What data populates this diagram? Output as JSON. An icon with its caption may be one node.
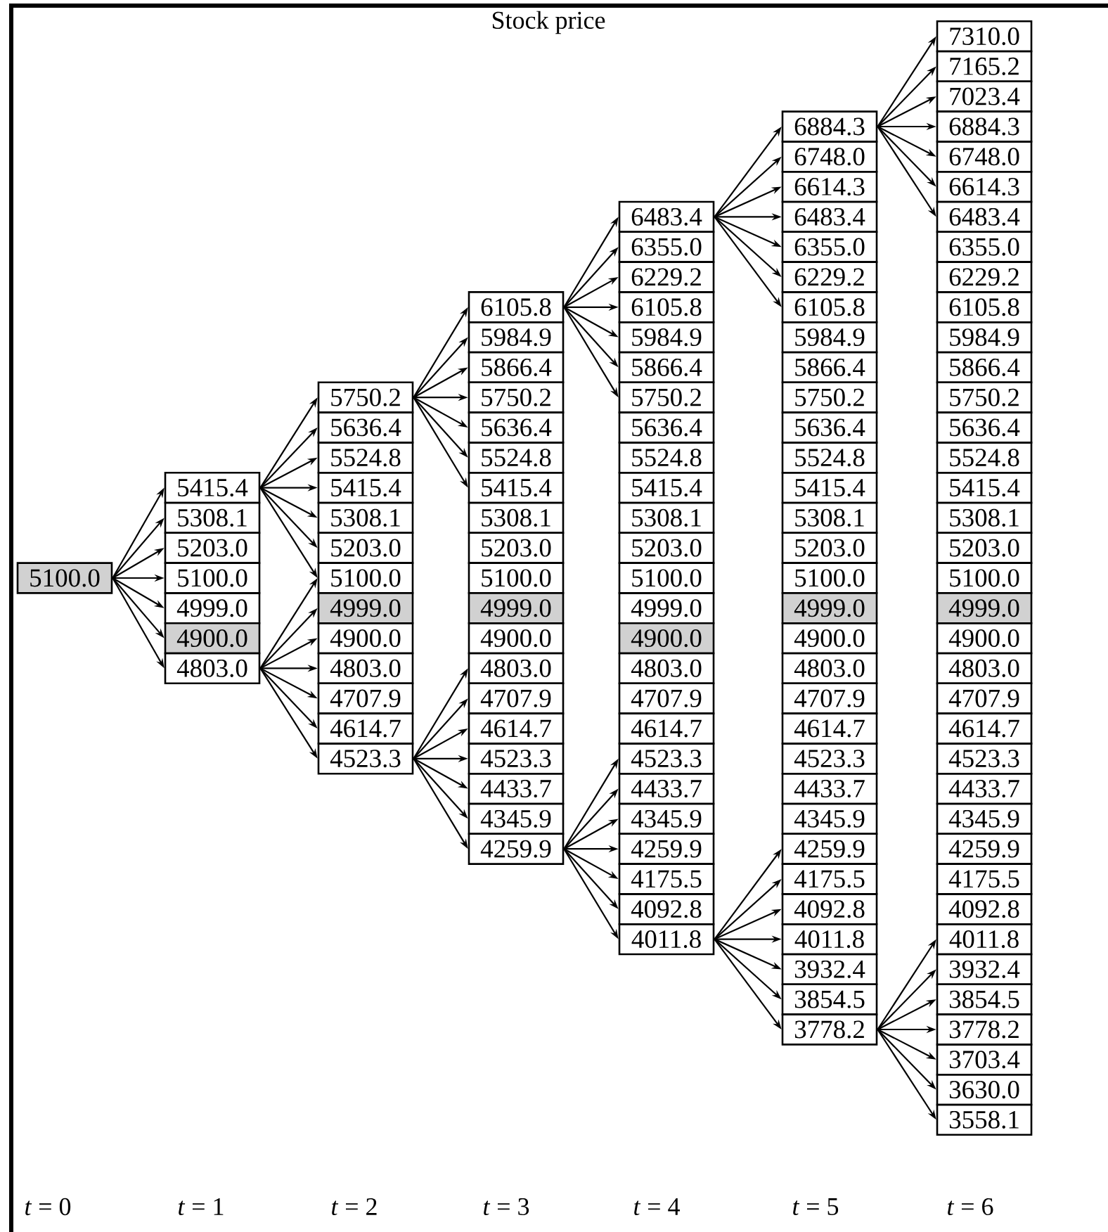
{
  "diagram": {
    "title": "Stock price",
    "nodes": [
      {
        "text": [
          "5100.0"
        ]
      },
      {
        "text": [
          "5415.4"
        ]
      },
      {
        "text": [
          "5308.1"
        ]
      },
      {
        "text": [
          "5203.0"
        ]
      },
      {
        "text": [
          "5100.0"
        ]
      },
      {
        "text": [
          "4999.0"
        ]
      },
      {
        "text": [
          "4900.0"
        ]
      },
      {
        "text": [
          "4803.0"
        ]
      },
      {
        "text": [
          "5750.2"
        ]
      },
      {
        "text": [
          "5636.4"
        ]
      },
      {
        "text": [
          "5524.8"
        ]
      },
      {
        "text": [
          "5415.4"
        ]
      },
      {
        "text": [
          "5308.1"
        ]
      },
      {
        "text": [
          "5203.0"
        ]
      },
      {
        "text": [
          "5100.0"
        ]
      },
      {
        "text": [
          "4999.0"
        ]
      },
      {
        "text": [
          "4900.0"
        ]
      },
      {
        "text": [
          "4803.0"
        ]
      },
      {
        "text": [
          "4707.9"
        ]
      },
      {
        "text": [
          "4614.7"
        ]
      },
      {
        "text": [
          "4523.3"
        ]
      },
      {
        "text": [
          "6105.8"
        ]
      },
      {
        "text": [
          "5984.9"
        ]
      },
      {
        "text": [
          "5866.4"
        ]
      },
      {
        "text": [
          "5750.2"
        ]
      },
      {
        "text": [
          "5636.4"
        ]
      },
      {
        "text": [
          "5524.8"
        ]
      },
      {
        "text": [
          "5415.4"
        ]
      },
      {
        "text": [
          "5308.1"
        ]
      },
      {
        "text": [
          "5203.0"
        ]
      },
      {
        "text": [
          "5100.0"
        ]
      },
      {
        "text": [
          "4999.0"
        ]
      },
      {
        "text": [
          "4900.0"
        ]
      },
      {
        "text": [
          "4803.0"
        ]
      },
      {
        "text": [
          "4707.9"
        ]
      },
      {
        "text": [
          "4614.7"
        ]
      },
      {
        "text": [
          "4523.3"
        ]
      },
      {
        "text": [
          "4433.7"
        ]
      },
      {
        "text": [
          "4345.9"
        ]
      },
      {
        "text": [
          "4259.9"
        ]
      },
      {
        "text": [
          "6483.4"
        ]
      },
      {
        "text": [
          "6355.0"
        ]
      },
      {
        "text": [
          "6229.2"
        ]
      },
      {
        "text": [
          "6105.8"
        ]
      },
      {
        "text": [
          "5984.9"
        ]
      },
      {
        "text": [
          "5866.4"
        ]
      },
      {
        "text": [
          "5750.2"
        ]
      },
      {
        "text": [
          "5636.4"
        ]
      },
      {
        "text": [
          "5524.8"
        ]
      },
      {
        "text": [
          "5415.4"
        ]
      },
      {
        "text": [
          "5308.1"
        ]
      },
      {
        "text": [
          "5203.0"
        ]
      },
      {
        "text": [
          "5100.0"
        ]
      },
      {
        "text": [
          "4999.0"
        ]
      },
      {
        "text": [
          "4900.0"
        ]
      },
      {
        "text": [
          "4803.0"
        ]
      },
      {
        "text": [
          "4707.9"
        ]
      },
      {
        "text": [
          "4614.7"
        ]
      },
      {
        "text": [
          "4523.3"
        ]
      },
      {
        "text": [
          "4433.7"
        ]
      },
      {
        "text": [
          "4345.9"
        ]
      },
      {
        "text": [
          "4259.9"
        ]
      },
      {
        "text": [
          "4175.5"
        ]
      },
      {
        "text": [
          "4092.8"
        ]
      },
      {
        "text": [
          "4011.8"
        ]
      },
      {
        "text": [
          "6884.3"
        ]
      },
      {
        "text": [
          "6748.0"
        ]
      },
      {
        "text": [
          "6614.3"
        ]
      },
      {
        "text": [
          "6483.4"
        ]
      },
      {
        "text": [
          "6355.0"
        ]
      },
      {
        "text": [
          "6229.2"
        ]
      },
      {
        "text": [
          "6105.8"
        ]
      },
      {
        "text": [
          "5984.9"
        ]
      },
      {
        "text": [
          "5866.4"
        ]
      },
      {
        "text": [
          "5750.2"
        ]
      },
      {
        "text": [
          "5636.4"
        ]
      },
      {
        "text": [
          "5524.8"
        ]
      },
      {
        "text": [
          "5415.4"
        ]
      },
      {
        "text": [
          "5308.1"
        ]
      },
      {
        "text": [
          "5203.0"
        ]
      },
      {
        "text": [
          "5100.0"
        ]
      },
      {
        "text": [
          "4999.0"
        ]
      },
      {
        "text": [
          "4900.0"
        ]
      },
      {
        "text": [
          "4803.0"
        ]
      },
      {
        "text": [
          "4707.9"
        ]
      },
      {
        "text": [
          "4614.7"
        ]
      },
      {
        "text": [
          "4523.3"
        ]
      },
      {
        "text": [
          "4433.7"
        ]
      },
      {
        "text": [
          "4345.9"
        ]
      },
      {
        "text": [
          "4259.9"
        ]
      },
      {
        "text": [
          "4175.5"
        ]
      },
      {
        "text": [
          "4092.8"
        ]
      },
      {
        "text": [
          "4011.8"
        ]
      },
      {
        "text": [
          "3932.4"
        ]
      },
      {
        "text": [
          "3854.5"
        ]
      },
      {
        "text": [
          "3778.2"
        ]
      },
      {
        "text": [
          "7310.0"
        ]
      },
      {
        "text": [
          "7165.2"
        ]
      },
      {
        "text": [
          "7023.4"
        ]
      },
      {
        "text": [
          "6884.3"
        ]
      },
      {
        "text": [
          "6748.0"
        ]
      },
      {
        "text": [
          "6614.3"
        ]
      },
      {
        "text": [
          "6483.4"
        ]
      },
      {
        "text": [
          "6355.0"
        ]
      },
      {
        "text": [
          "6229.2"
        ]
      },
      {
        "text": [
          "6105.8"
        ]
      },
      {
        "text": [
          "5984.9"
        ]
      },
      {
        "text": [
          "5866.4"
        ]
      },
      {
        "text": [
          "5750.2"
        ]
      },
      {
        "text": [
          "5636.4"
        ]
      },
      {
        "text": [
          "5524.8"
        ]
      },
      {
        "text": [
          "5415.4"
        ]
      },
      {
        "text": [
          "5308.1"
        ]
      },
      {
        "text": [
          "5203.0"
        ]
      },
      {
        "text": [
          "5100.0"
        ]
      },
      {
        "text": [
          "4999.0"
        ]
      },
      {
        "text": [
          "4900.0"
        ]
      },
      {
        "text": [
          "4803.0"
        ]
      },
      {
        "text": [
          "4707.9"
        ]
      },
      {
        "text": [
          "4614.7"
        ]
      },
      {
        "text": [
          "4523.3"
        ]
      },
      {
        "text": [
          "4433.7"
        ]
      },
      {
        "text": [
          "4345.9"
        ]
      },
      {
        "text": [
          "4259.9"
        ]
      },
      {
        "text": [
          "4175.5"
        ]
      },
      {
        "text": [
          "4092.8"
        ]
      },
      {
        "text": [
          "4011.8"
        ]
      },
      {
        "text": [
          "3932.4"
        ]
      },
      {
        "text": [
          "3854.5"
        ]
      },
      {
        "text": [
          "3778.2"
        ]
      },
      {
        "text": [
          "3703.4"
        ]
      },
      {
        "text": [
          "3630.0"
        ]
      },
      {
        "text": [
          "3558.1"
        ]
      }
    ],
    "edges": [
      {
        "from": 0,
        "to": 1,
        "arrow": "to"
      },
      {
        "from": 0,
        "to": 2,
        "arrow": "to"
      },
      {
        "from": 0,
        "to": 3,
        "arrow": "to"
      },
      {
        "from": 0,
        "to": 4,
        "arrow": "to"
      },
      {
        "from": 0,
        "to": 5,
        "arrow": "to"
      },
      {
        "from": 0,
        "to": 6,
        "arrow": "to"
      },
      {
        "from": 0,
        "to": 7,
        "arrow": "to"
      },
      {
        "from": 1,
        "to": 8,
        "arrow": "to"
      },
      {
        "from": 1,
        "to": 9,
        "arrow": "to"
      },
      {
        "from": 1,
        "to": 10,
        "arrow": "to"
      },
      {
        "from": 1,
        "to": 11,
        "arrow": "to"
      },
      {
        "from": 1,
        "to": 12,
        "arrow": "to"
      },
      {
        "from": 1,
        "to": 13,
        "arrow": "to"
      },
      {
        "from": 1,
        "to": 14,
        "arrow": "to"
      },
      {
        "from": 7,
        "to": 14,
        "arrow": "to"
      },
      {
        "from": 7,
        "to": 15,
        "arrow": "to"
      },
      {
        "from": 7,
        "to": 16,
        "arrow": "to"
      },
      {
        "from": 7,
        "to": 17,
        "arrow": "to"
      },
      {
        "from": 7,
        "to": 18,
        "arrow": "to"
      },
      {
        "from": 7,
        "to": 19,
        "arrow": "to"
      },
      {
        "from": 7,
        "to": 20,
        "arrow": "to"
      },
      {
        "from": 8,
        "to": 21,
        "arrow": "to"
      },
      {
        "from": 8,
        "to": 22,
        "arrow": "to"
      },
      {
        "from": 8,
        "to": 23,
        "arrow": "to"
      },
      {
        "from": 8,
        "to": 24,
        "arrow": "to"
      },
      {
        "from": 8,
        "to": 25,
        "arrow": "to"
      },
      {
        "from": 8,
        "to": 26,
        "arrow": "to"
      },
      {
        "from": 8,
        "to": 27,
        "arrow": "to"
      },
      {
        "from": 20,
        "to": 33,
        "arrow": "to"
      },
      {
        "from": 20,
        "to": 34,
        "arrow": "to"
      },
      {
        "from": 20,
        "to": 35,
        "arrow": "to"
      },
      {
        "from": 20,
        "to": 36,
        "arrow": "to"
      },
      {
        "from": 20,
        "to": 37,
        "arrow": "to"
      },
      {
        "from": 20,
        "to": 38,
        "arrow": "to"
      },
      {
        "from": 20,
        "to": 39,
        "arrow": "to"
      },
      {
        "from": 21,
        "to": 40,
        "arrow": "to"
      },
      {
        "from": 21,
        "to": 41,
        "arrow": "to"
      },
      {
        "from": 21,
        "to": 42,
        "arrow": "to"
      },
      {
        "from": 21,
        "to": 43,
        "arrow": "to"
      },
      {
        "from": 21,
        "to": 44,
        "arrow": "to"
      },
      {
        "from": 21,
        "to": 45,
        "arrow": "to"
      },
      {
        "from": 21,
        "to": 46,
        "arrow": "to"
      },
      {
        "from": 39,
        "to": 58,
        "arrow": "to"
      },
      {
        "from": 39,
        "to": 59,
        "arrow": "to"
      },
      {
        "from": 39,
        "to": 60,
        "arrow": "to"
      },
      {
        "from": 39,
        "to": 61,
        "arrow": "to"
      },
      {
        "from": 39,
        "to": 62,
        "arrow": "to"
      },
      {
        "from": 39,
        "to": 63,
        "arrow": "to"
      },
      {
        "from": 39,
        "to": 64,
        "arrow": "to"
      },
      {
        "from": 40,
        "to": 65,
        "arrow": "to"
      },
      {
        "from": 40,
        "to": 66,
        "arrow": "to"
      },
      {
        "from": 40,
        "to": 67,
        "arrow": "to"
      },
      {
        "from": 40,
        "to": 68,
        "arrow": "to"
      },
      {
        "from": 40,
        "to": 69,
        "arrow": "to"
      },
      {
        "from": 40,
        "to": 70,
        "arrow": "to"
      },
      {
        "from": 40,
        "to": 71,
        "arrow": "to"
      },
      {
        "from": 64,
        "to": 89,
        "arrow": "to"
      },
      {
        "from": 64,
        "to": 90,
        "arrow": "to"
      },
      {
        "from": 64,
        "to": 91,
        "arrow": "to"
      },
      {
        "from": 64,
        "to": 92,
        "arrow": "to"
      },
      {
        "from": 64,
        "to": 93,
        "arrow": "to"
      },
      {
        "from": 64,
        "to": 94,
        "arrow": "to"
      },
      {
        "from": 64,
        "to": 95,
        "arrow": "to"
      },
      {
        "from": 65,
        "to": 96,
        "arrow": "to"
      },
      {
        "from": 65,
        "to": 97,
        "arrow": "to"
      },
      {
        "from": 65,
        "to": 98,
        "arrow": "to"
      },
      {
        "from": 65,
        "to": 99,
        "arrow": "to"
      },
      {
        "from": 65,
        "to": 100,
        "arrow": "to"
      },
      {
        "from": 65,
        "to": 101,
        "arrow": "to"
      },
      {
        "from": 65,
        "to": 102,
        "arrow": "to"
      },
      {
        "from": 95,
        "to": 126,
        "arrow": "to"
      },
      {
        "from": 95,
        "to": 127,
        "arrow": "to"
      },
      {
        "from": 95,
        "to": 128,
        "arrow": "to"
      },
      {
        "from": 95,
        "to": 129,
        "arrow": "to"
      },
      {
        "from": 95,
        "to": 130,
        "arrow": "to"
      },
      {
        "from": 95,
        "to": 131,
        "arrow": "to"
      },
      {
        "from": 95,
        "to": 132,
        "arrow": "to"
      }
    ],
    "labels": [
      "*t* = 0",
      "*t* = 1",
      "*t* = 2",
      "*t* = 3",
      "*t* = 4",
      "*t* = 5",
      "*t* = 6"
    ]
  }
}
